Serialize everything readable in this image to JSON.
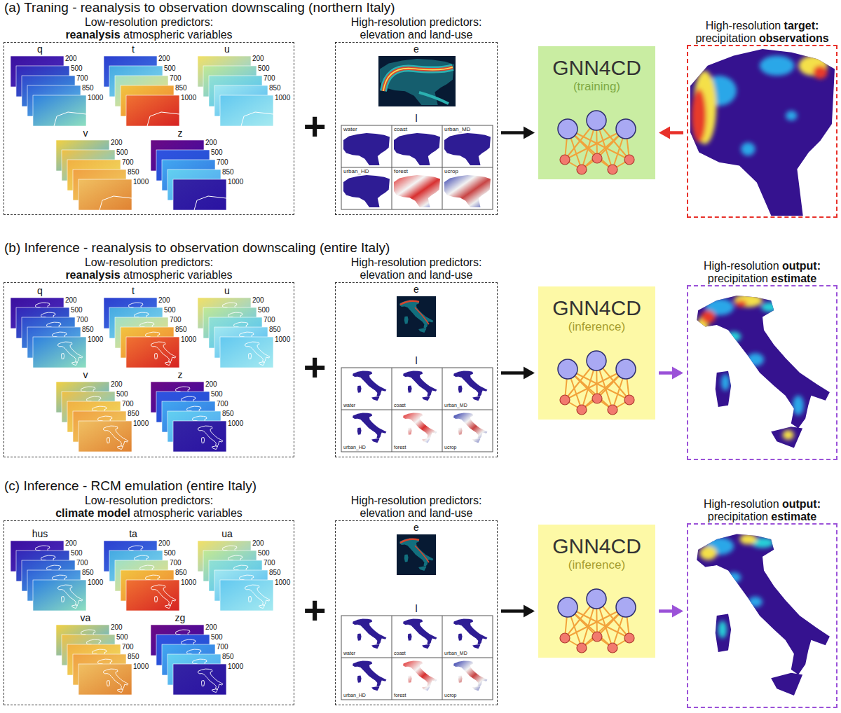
{
  "diagram": {
    "nodes": [
      {
        "text": [
          "Low-resolution predictors:",
          "reanalysis",
          "atmospheric variables"
        ]
      },
      {
        "text": [
          "High-resolution predictors:",
          "elevation and land-use"
        ]
      },
      {
        "text": [
          "GNN4CD",
          "(training)"
        ]
      },
      {
        "text": [
          "High-resolution",
          "target:",
          "precipitation",
          "observations"
        ]
      },
      {
        "text": [
          "Low-resolution predictors:",
          "reanalysis",
          "atmospheric variables"
        ]
      },
      {
        "text": [
          "High-resolution predictors:",
          "elevation and land-use"
        ]
      },
      {
        "text": [
          "GNN4CD",
          "(inference)"
        ]
      },
      {
        "text": [
          "High-resolution",
          "output:",
          "precipitation",
          "estimate"
        ]
      },
      {
        "text": [
          "Low-resolution predictors:",
          "climate model",
          "atmospheric variables"
        ]
      },
      {
        "text": [
          "High-resolution predictors:",
          "elevation and land-use"
        ]
      },
      {
        "text": [
          "GNN4CD",
          "(inference)"
        ]
      },
      {
        "text": [
          "High-resolution",
          "output:",
          "precipitation",
          "estimate"
        ]
      }
    ],
    "edges": [
      {
        "from": 1,
        "to": 2,
        "arrow": "to"
      },
      {
        "from": 3,
        "to": 2,
        "arrow": "to"
      },
      {
        "from": 5,
        "to": 6,
        "arrow": "to"
      },
      {
        "from": 6,
        "to": 7,
        "arrow": "to"
      },
      {
        "from": 9,
        "to": 10,
        "arrow": "to"
      },
      {
        "from": 10,
        "to": 11,
        "arrow": "to"
      }
    ],
    "labels": [
      "(a) Traning - reanalysis to observation downscaling (northern Italy)",
      "+",
      "q",
      "200",
      "500",
      "700",
      "850",
      "1000",
      "t",
      "200",
      "500",
      "700",
      "850",
      "1000",
      "u",
      "200",
      "500",
      "700",
      "850",
      "1000",
      "v",
      "200",
      "500",
      "700",
      "850",
      "1000",
      "z",
      "200",
      "500",
      "700",
      "850",
      "1000",
      "e",
      "l",
      "water",
      "coast",
      "urban_MD",
      "urban_HD",
      "forest",
      "ucrop",
      "(b) Inference - reanalysis to observation downscaling (entire Italy)",
      "+",
      "q",
      "200",
      "500",
      "700",
      "850",
      "1000",
      "t",
      "200",
      "500",
      "700",
      "850",
      "1000",
      "u",
      "200",
      "500",
      "700",
      "850",
      "1000",
      "v",
      "200",
      "500",
      "700",
      "850",
      "1000",
      "z",
      "200",
      "500",
      "700",
      "850",
      "1000",
      "e",
      "l",
      "water",
      "coast",
      "urban_MD",
      "urban_HD",
      "forest",
      "ucrop",
      "(c) Inference - RCM emulation (entire Italy)",
      "+",
      "hus",
      "200",
      "500",
      "700",
      "850",
      "1000",
      "ta",
      "200",
      "500",
      "700",
      "850",
      "1000",
      "ua",
      "200",
      "500",
      "700",
      "850",
      "1000",
      "va",
      "200",
      "500",
      "700",
      "850",
      "1000",
      "zg",
      "200",
      "500",
      "700",
      "850",
      "1000",
      "e",
      "l",
      "water",
      "coast",
      "urban_MD",
      "urban_HD",
      "forest",
      "ucrop"
    ]
  }
}
